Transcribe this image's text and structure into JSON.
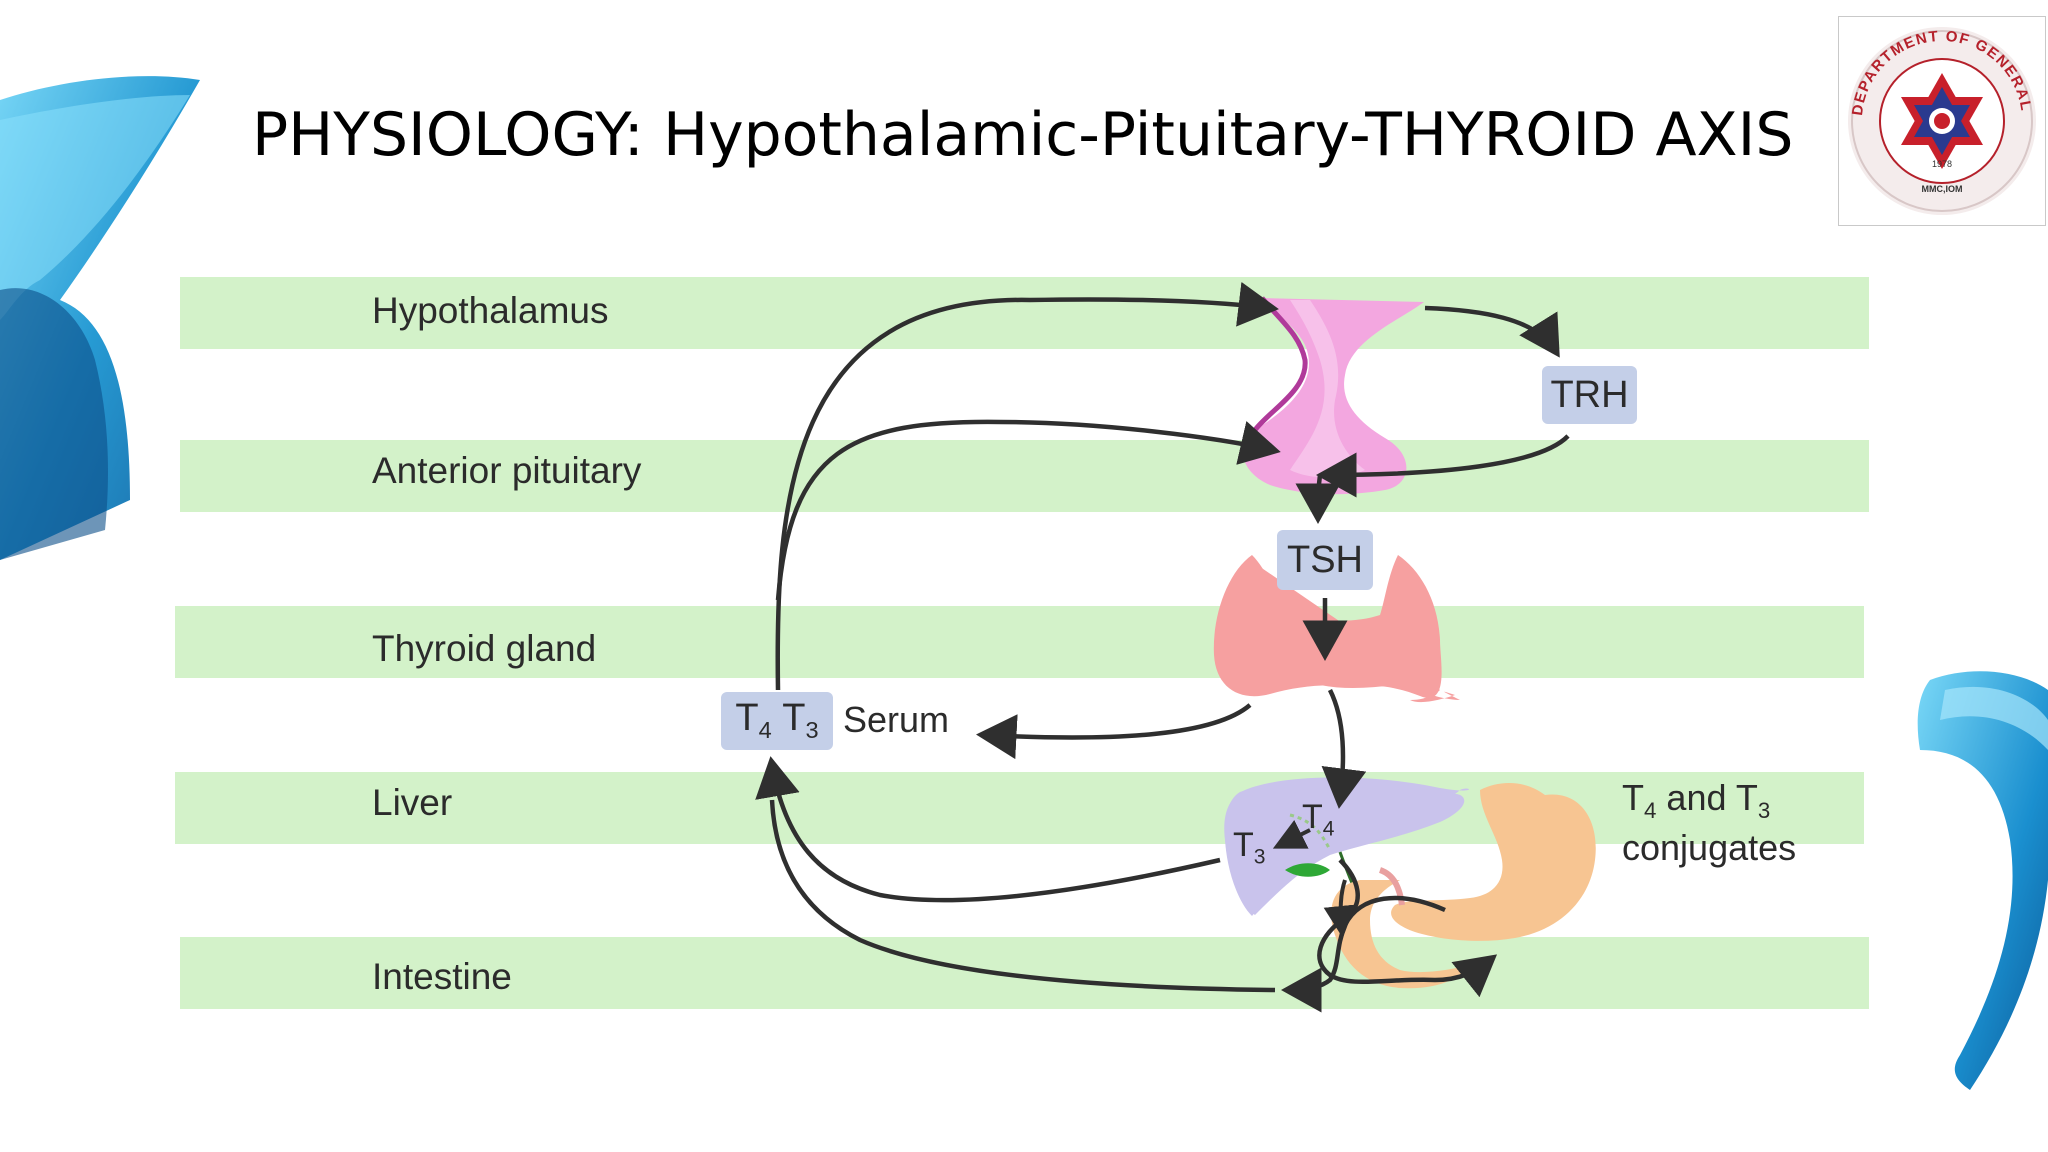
{
  "title": "PHYSIOLOGY: Hypothalamic-Pituitary-THYROID AXIS",
  "logo": {
    "ring_text": "DEPARTMENT OF GENERAL SURGERY",
    "year": "1978",
    "bottom": "MMC,IOM",
    "colors": {
      "ring": "#b5212b",
      "star_outer": "#c8202b",
      "star_inner": "#2a3a8f"
    }
  },
  "diagram": {
    "bands": [
      {
        "label": "Hypothalamus"
      },
      {
        "label": "Anterior pituitary"
      },
      {
        "label": "Thyroid gland"
      },
      {
        "label": "Liver"
      },
      {
        "label": "Intestine"
      }
    ],
    "hormone_labels": {
      "trh": "TRH",
      "tsh": "TSH",
      "t4": "T",
      "t4_sub": "4",
      "t3": "T",
      "t3_sub": "3",
      "serum": "Serum",
      "conj_t4": "T",
      "conj_t4_sub": "4",
      "conj_and": " and T",
      "conj_t3_sub": "3",
      "conj_word": "conjugates"
    },
    "colors": {
      "band": "#d3f2c9",
      "label_box": "#c4cfe8",
      "arrow": "#2f2f2f",
      "hypothalamus": "#f3a7e0",
      "thyroid": "#f6a0a0",
      "liver": "#c9c3ec",
      "stomach": "#f7c592",
      "gallbladder": "#2ea836"
    }
  }
}
